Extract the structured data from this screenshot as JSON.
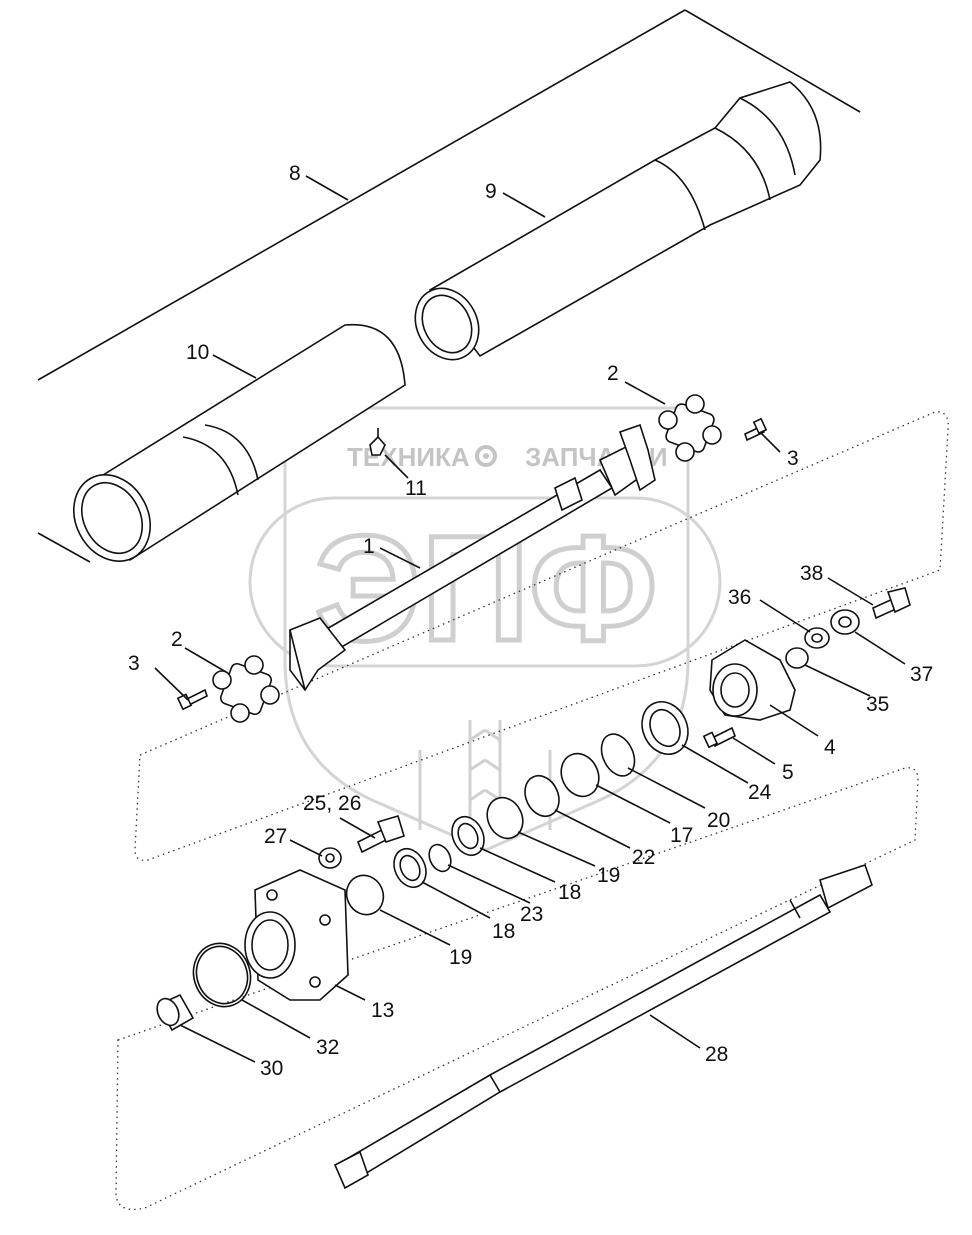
{
  "watermark": {
    "left_word": "ТЕХНИКА",
    "right_word": "ЗАПЧАСТИ",
    "logo": "ЭПФ",
    "gear_icon": "gear-icon",
    "color": "#c9c9c9"
  },
  "callouts": {
    "c1": "1",
    "c2a": "2",
    "c2b": "2",
    "c3a": "3",
    "c3b": "3",
    "c4": "4",
    "c5": "5",
    "c8": "8",
    "c9": "9",
    "c10": "10",
    "c11": "11",
    "c13": "13",
    "c17": "17",
    "c18a": "18",
    "c18b": "18",
    "c19a": "19",
    "c19b": "19",
    "c20": "20",
    "c22": "22",
    "c23": "23",
    "c24": "24",
    "c25": "25, 26",
    "c27": "27",
    "c28": "28",
    "c30": "30",
    "c32": "32",
    "c35": "35",
    "c36": "36",
    "c37": "37",
    "c38": "38"
  }
}
